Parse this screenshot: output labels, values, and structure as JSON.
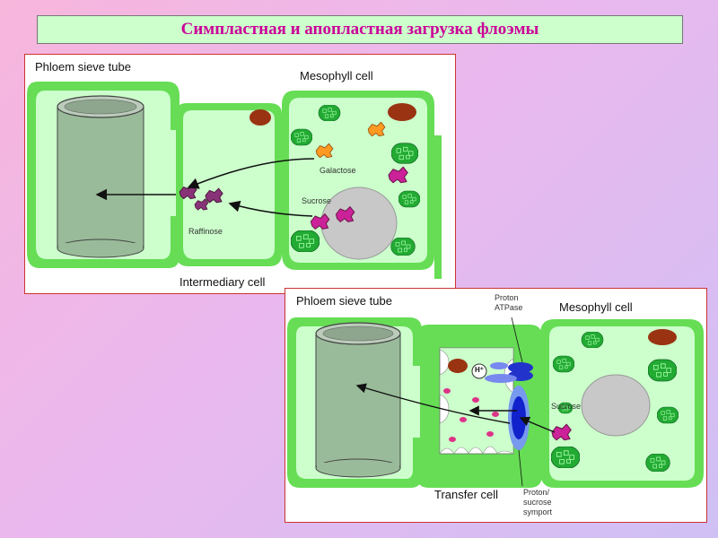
{
  "title": "Симпластная и апопластная загрузка флоэмы",
  "top_diagram": {
    "phloem_label": "Phloem sieve tube",
    "mesophyll_label": "Mesophyll cell",
    "intermediary_label": "Intermediary cell",
    "galactose_label": "Galactose",
    "sucrose_label": "Sucrose",
    "raffinose_label": "Raffinose"
  },
  "bottom_diagram": {
    "phloem_label": "Phloem sieve tube",
    "mesophyll_label": "Mesophyll cell",
    "transfer_label": "Transfer cell",
    "proton_atpase_line1": "Proton",
    "proton_atpase_line2": "ATPase",
    "hplus_label": "H⁺",
    "sucrose_label": "Sucrose",
    "symport_line1": "Proton/",
    "symport_line2": "sucrose",
    "symport_line3": "symport"
  },
  "colors": {
    "cell_wall": "#66dd55",
    "cytoplasm": "#ccffcc",
    "chloroplast": "#22aa33",
    "nucleus": "#c8c8c8",
    "sugar_magenta": "#cc2299",
    "sugar_orange": "#ff9922",
    "protein_blue": "#2233cc"
  }
}
